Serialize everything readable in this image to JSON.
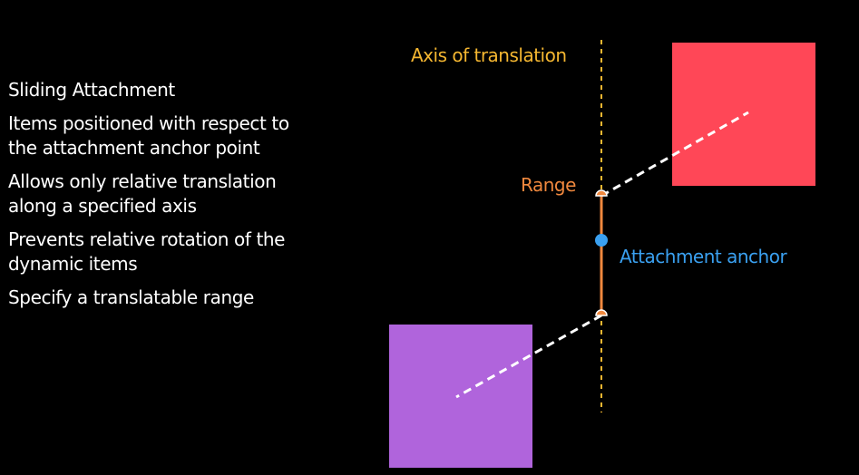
{
  "bullets": [
    "Sliding Attachment",
    "Items positioned with respect to the attachment anchor point",
    "Allows only relative translation along a specified axis",
    "Prevents relative rotation of the dynamic items",
    "Specify a translatable range"
  ],
  "diagram": {
    "axis_label": "Axis of translation",
    "range_label": "Range",
    "anchor_label": "Attachment anchor",
    "colors": {
      "background": "#000000",
      "axis": "#f5b731",
      "range": "#f0883e",
      "anchor": "#3aa0f0",
      "top_square": "#ff4757",
      "bottom_square": "#b064dc",
      "connector": "#ffffff"
    }
  }
}
